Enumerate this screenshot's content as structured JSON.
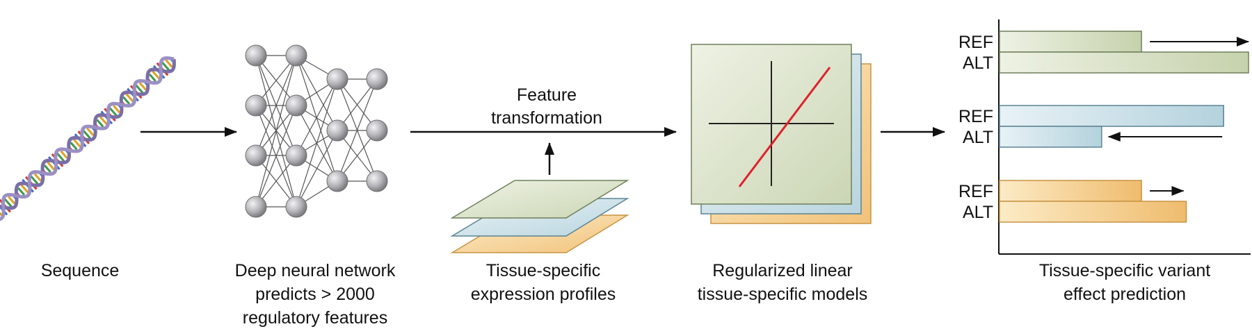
{
  "stages": {
    "sequence": {
      "label": "Sequence"
    },
    "dnn": {
      "line1": "Deep neural network",
      "line2": "predicts > 2000",
      "line3": "regulatory features"
    },
    "feature_transformation": {
      "line1": "Feature",
      "line2": "transformation"
    },
    "profiles": {
      "line1": "Tissue-specific",
      "line2": "expression profiles"
    },
    "models": {
      "line1": "Regularized linear",
      "line2": "tissue-specific models"
    },
    "prediction": {
      "line1": "Tissue-specific variant",
      "line2": "effect prediction"
    }
  },
  "colors": {
    "green": "#d9e2c8",
    "green_stroke": "#6f7f5a",
    "blue": "#cfe2ea",
    "blue_stroke": "#5b8393",
    "orange": "#f6d49a",
    "orange_stroke": "#c79444",
    "red_line": "#e0202a",
    "node": "#a9a9ad"
  },
  "chart_data": {
    "type": "bar",
    "orientation": "horizontal",
    "groups": [
      {
        "color": "green",
        "bars": [
          {
            "label": "REF",
            "value": 0.57
          },
          {
            "label": "ALT",
            "value": 1.0
          }
        ],
        "arrow": "right"
      },
      {
        "color": "blue",
        "bars": [
          {
            "label": "REF",
            "value": 0.9
          },
          {
            "label": "ALT",
            "value": 0.41
          }
        ],
        "arrow": "left"
      },
      {
        "color": "orange",
        "bars": [
          {
            "label": "REF",
            "value": 0.57
          },
          {
            "label": "ALT",
            "value": 0.75
          }
        ],
        "arrow": "right"
      }
    ]
  }
}
